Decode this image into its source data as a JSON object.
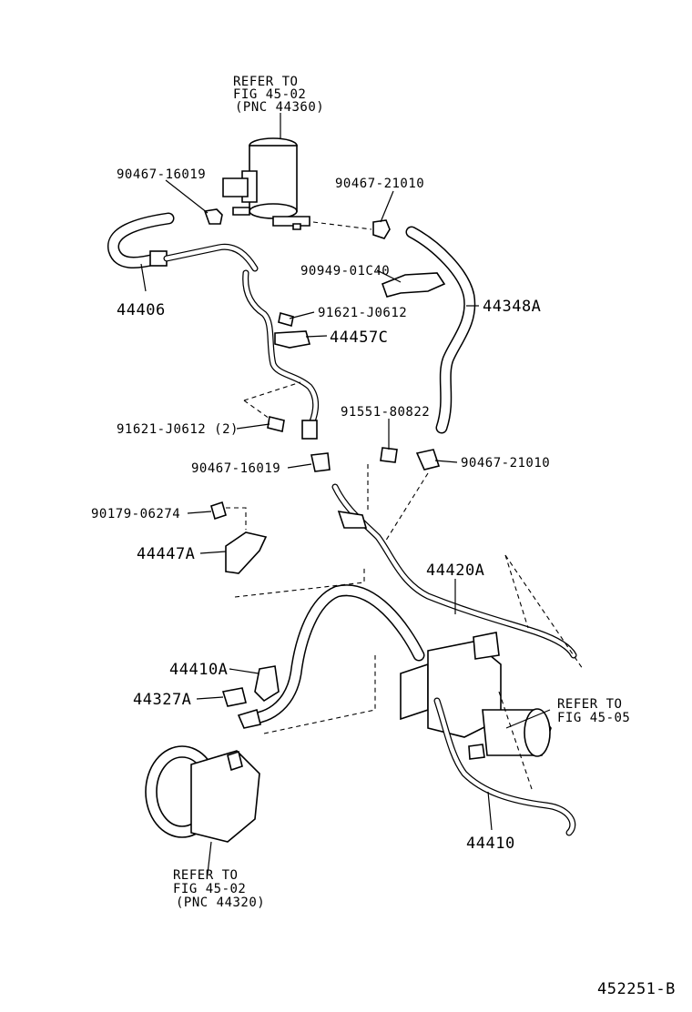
{
  "labels": {
    "refer_top_1": "REFER TO",
    "refer_top_2": "FIG 45-02",
    "refer_top_3": "(PNC 44360)",
    "p90467_16019_top": "90467-16019",
    "p90467_21010_top": "90467-21010",
    "p90949_01C40": "90949-01C40",
    "p91621_J0612": "91621-J0612",
    "p44406": "44406",
    "p44348A": "44348A",
    "p44457C": "44457C",
    "p91621_J0612_2": "91621-J0612 (2)",
    "p91551_80822": "91551-80822",
    "p90467_16019_mid": "90467-16019",
    "p90467_21010_mid": "90467-21010",
    "p90179_06274": "90179-06274",
    "p44447A": "44447A",
    "p44420A": "44420A",
    "p44410A": "44410A",
    "p44327A": "44327A",
    "refer_right_1": "REFER TO",
    "refer_right_2": "FIG 45-05",
    "p44410": "44410",
    "refer_bottom_1": "REFER TO",
    "refer_bottom_2": "FIG 45-02",
    "refer_bottom_3": "(PNC 44320)",
    "diagram_id": "452251-B"
  }
}
